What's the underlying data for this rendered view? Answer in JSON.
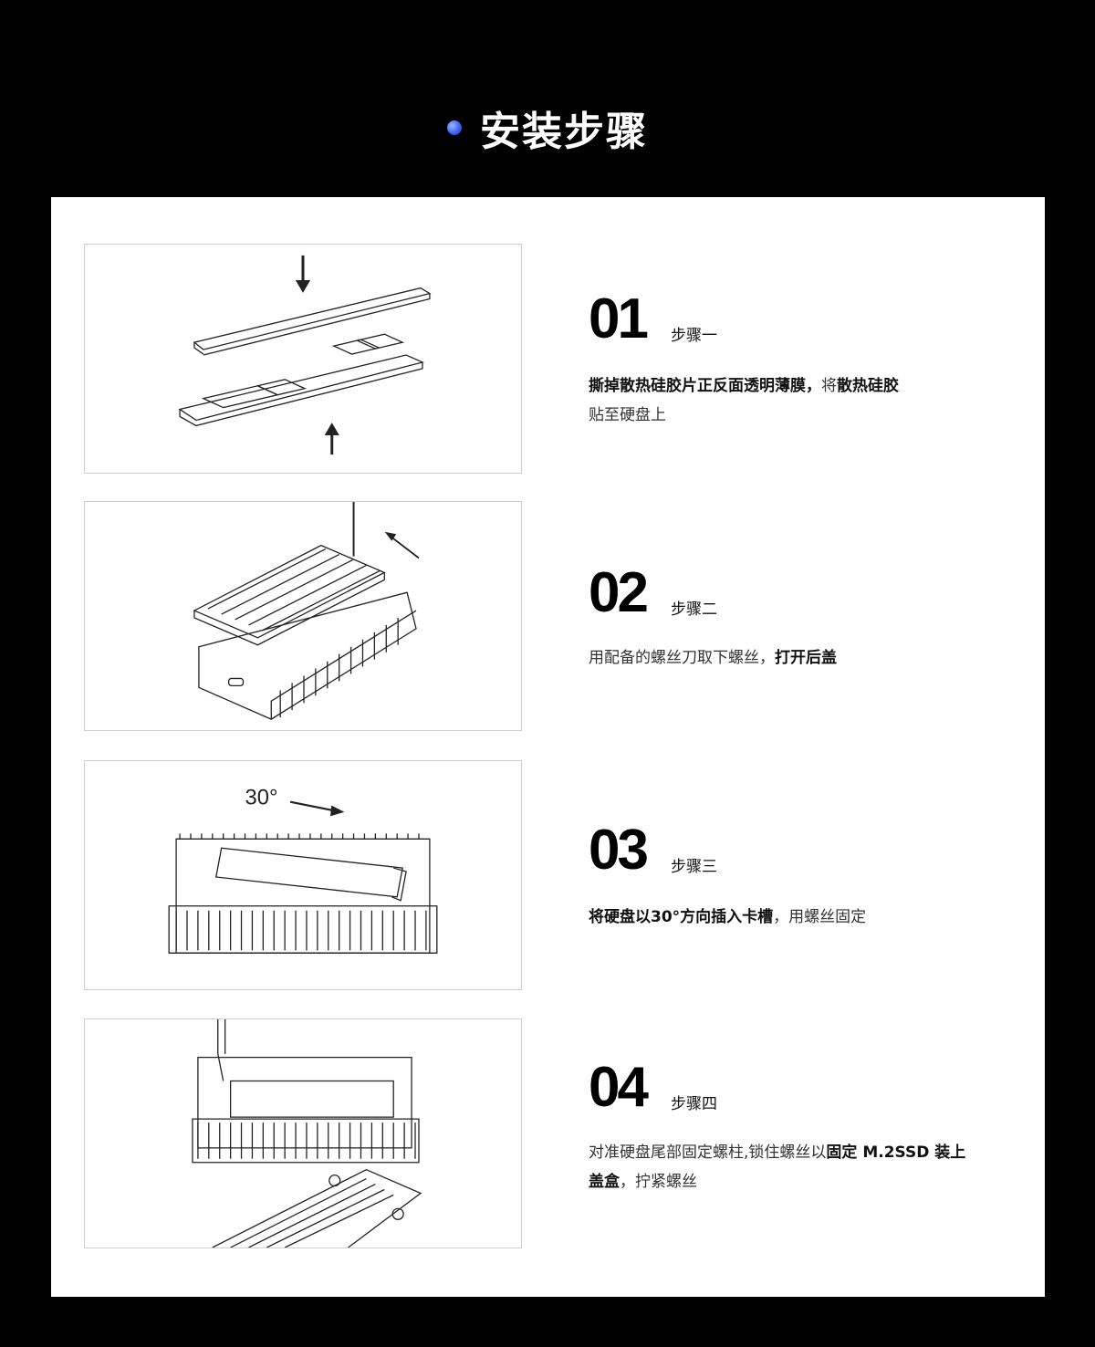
{
  "header": {
    "title": "安装步骤",
    "accent": "#3a5cf0"
  },
  "steps": [
    {
      "number": "01",
      "label": "步骤一",
      "desc": [
        {
          "t": "撕掉散热硅胶片正反面透明薄膜，",
          "b": true
        },
        {
          "t": "将",
          "b": false
        },
        {
          "t": "散热硅胶",
          "b": true
        },
        {
          "t": "贴至硬盘上",
          "b": false
        }
      ]
    },
    {
      "number": "02",
      "label": "步骤二",
      "desc": [
        {
          "t": "用配备的螺丝刀取下螺丝，",
          "b": false
        },
        {
          "t": "打开后盖",
          "b": true
        }
      ]
    },
    {
      "number": "03",
      "label": "步骤三",
      "desc": [
        {
          "t": "将硬盘以30°方向插入卡槽",
          "b": true
        },
        {
          "t": "，用螺丝固定",
          "b": false
        }
      ]
    },
    {
      "number": "04",
      "label": "步骤四",
      "desc": [
        {
          "t": "对准硬盘尾部固定螺柱,锁住螺丝以",
          "b": false
        },
        {
          "t": "固定 M.2SSD 装上盖盒",
          "b": true
        },
        {
          "t": "，拧紧螺丝",
          "b": false
        }
      ]
    }
  ],
  "illustrations": {
    "angle_label": "30°"
  }
}
